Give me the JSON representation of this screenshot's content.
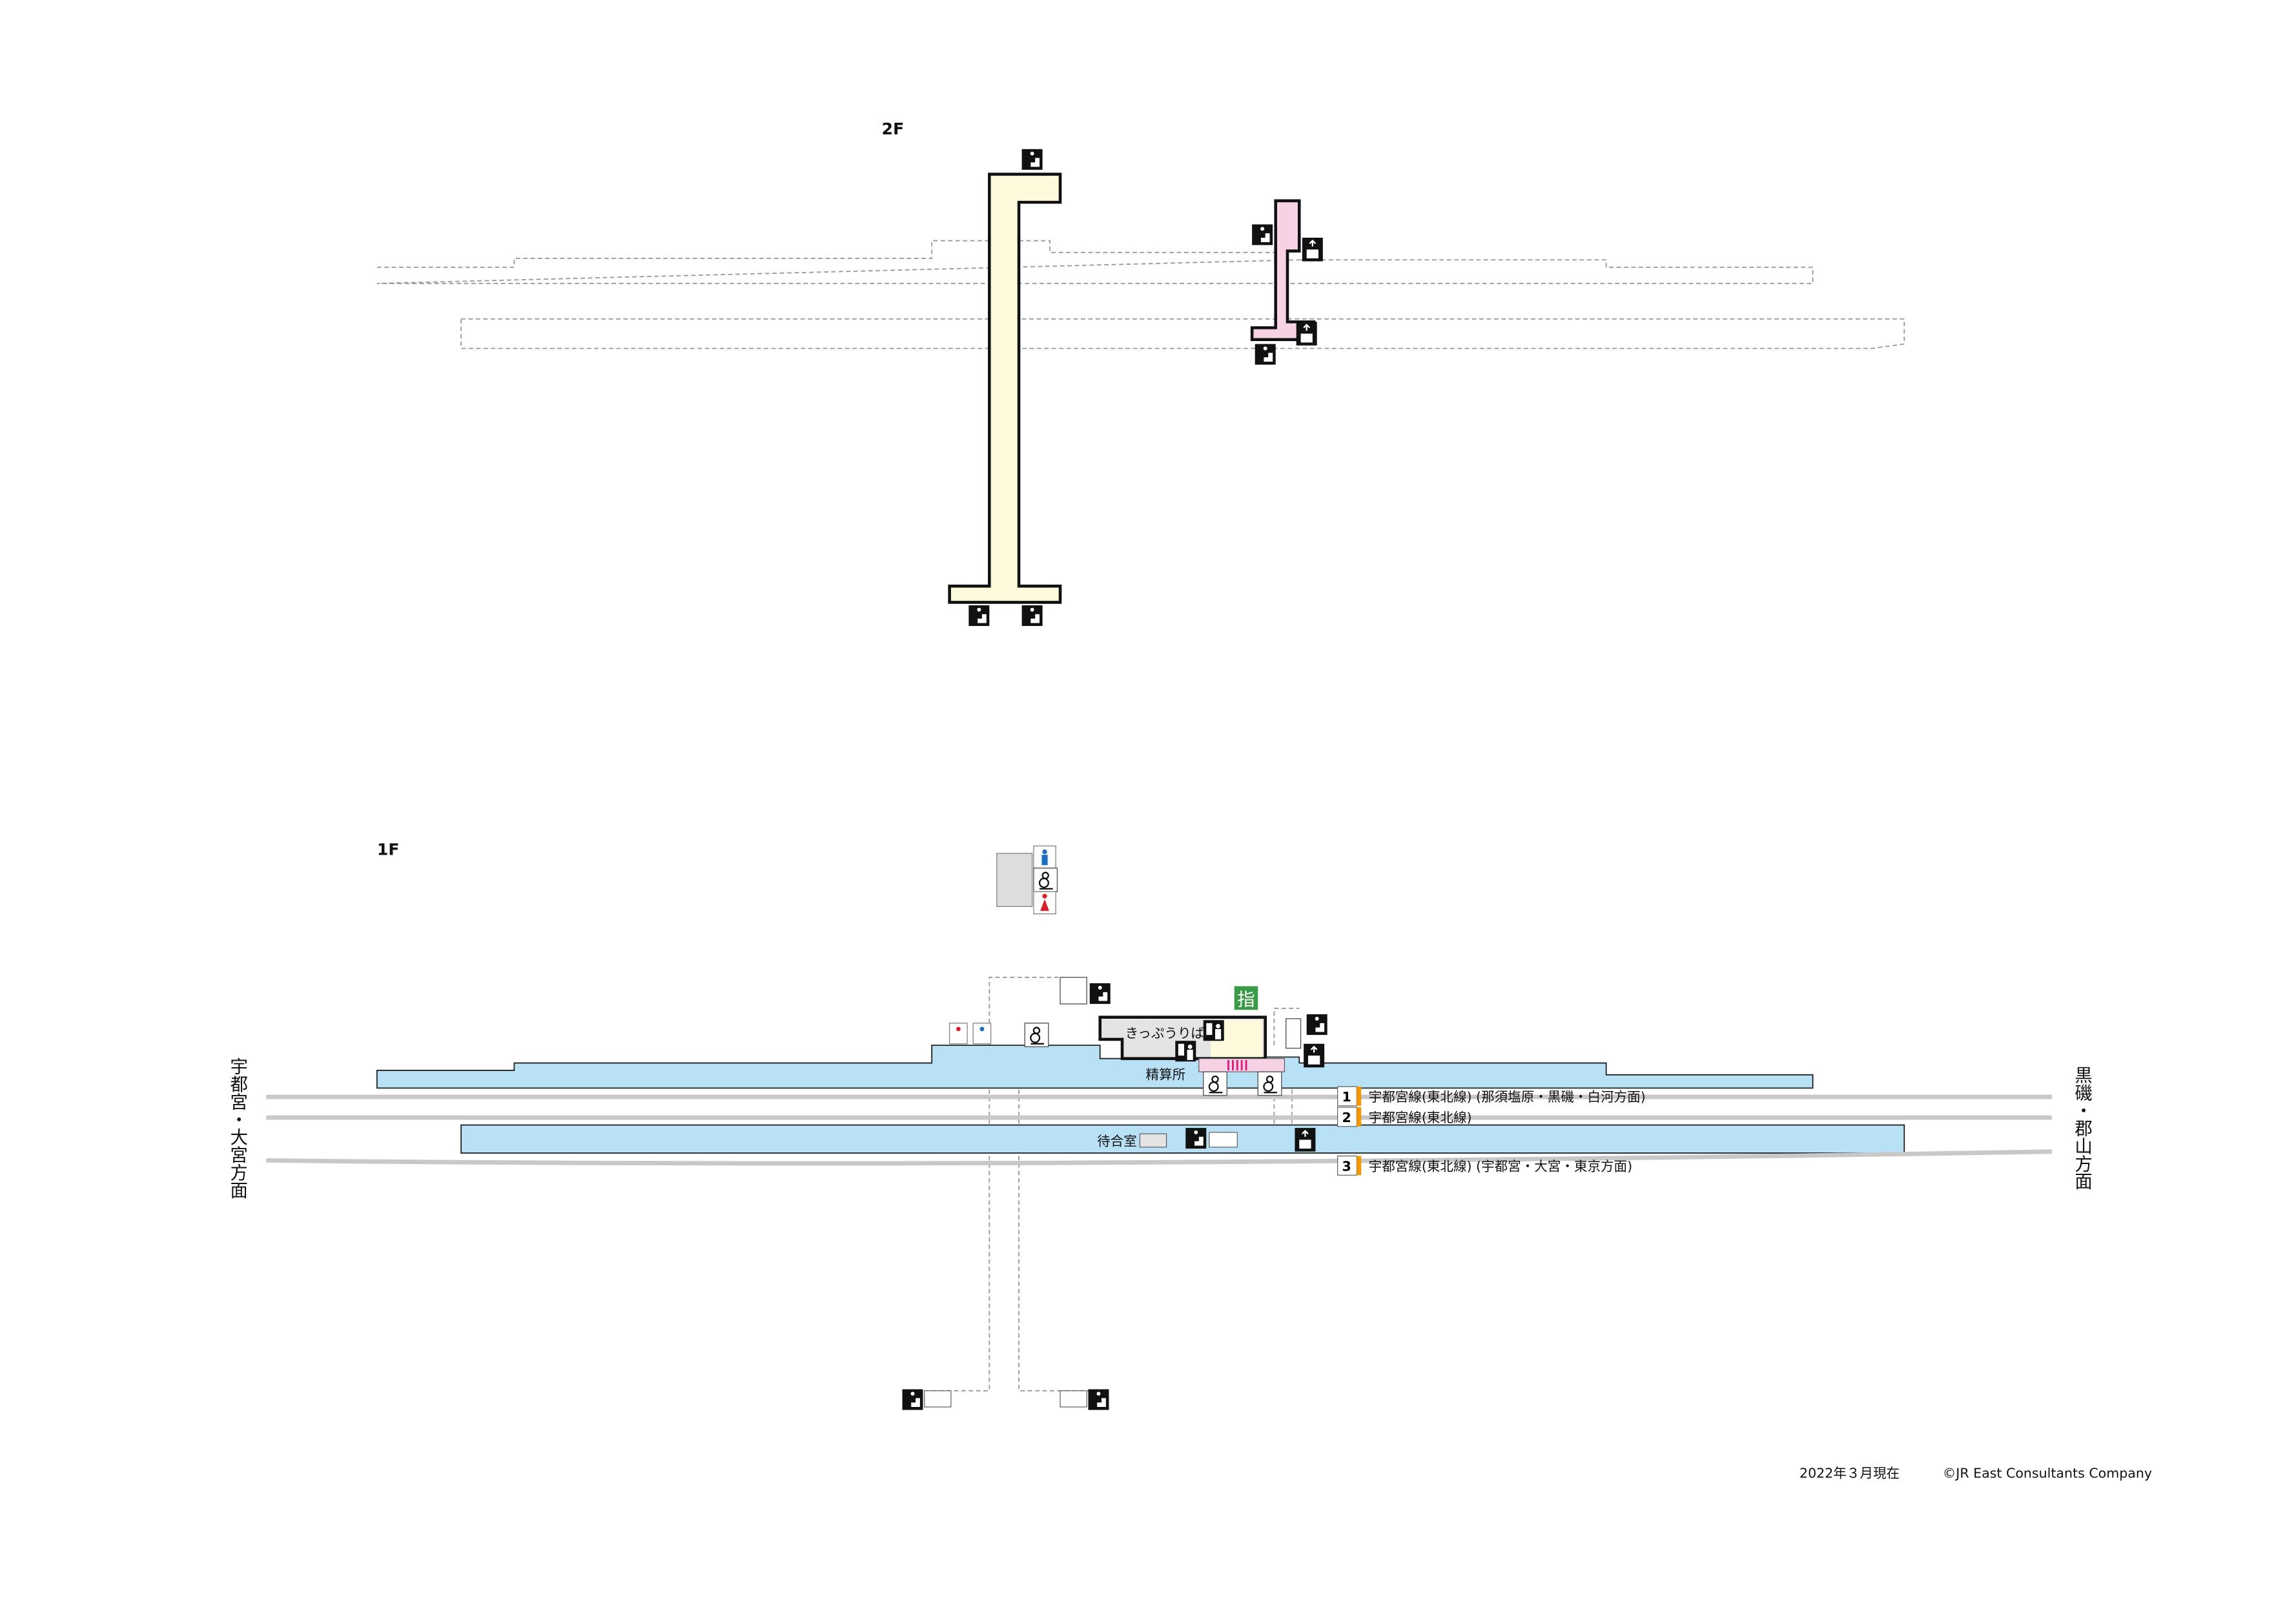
{
  "floors": {
    "f2": "2F",
    "f1": "1F"
  },
  "directions": {
    "left": "宇都宮・大宮方面",
    "right": "黒磯・郡山方面"
  },
  "facilities": {
    "ticket_office": "きっぷうりば",
    "reserved_seat_mark": "指",
    "fare_adjustment": "精算所",
    "waiting_room": "待合室"
  },
  "platforms": [
    {
      "number": "1",
      "label": "宇都宮線(東北線) (那須塩原・黒磯・白河方面)"
    },
    {
      "number": "2",
      "label": "宇都宮線(東北線)"
    },
    {
      "number": "3",
      "label": "宇都宮線(東北線) (宇都宮・大宮・東京方面)"
    }
  ],
  "footer": {
    "date": "2022年３月現在",
    "copyright": "©JR East Consultants Company"
  },
  "colors": {
    "platform": "#b9e1f6",
    "corridor": "#fdfbdc",
    "pink": "#f6d2e4",
    "track_badge": "#f39800",
    "green": "#3a9a48"
  }
}
